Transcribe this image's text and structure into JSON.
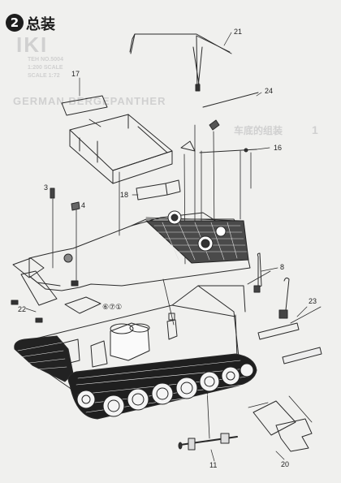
{
  "step": {
    "number": "2",
    "title": "总装"
  },
  "part_labels": [
    {
      "id": "p21",
      "text": "21"
    },
    {
      "id": "p17",
      "text": "17"
    },
    {
      "id": "p24",
      "text": "24"
    },
    {
      "id": "p16",
      "text": "16"
    },
    {
      "id": "p3",
      "text": "3"
    },
    {
      "id": "p4",
      "text": "4"
    },
    {
      "id": "p18",
      "text": "18"
    },
    {
      "id": "p8",
      "text": "8"
    },
    {
      "id": "p22",
      "text": "22"
    },
    {
      "id": "p23",
      "text": "23"
    },
    {
      "id": "p11",
      "text": "11"
    },
    {
      "id": "p20",
      "text": "20"
    },
    {
      "id": "p678",
      "text": "⑥⑦①"
    }
  ],
  "background_text": {
    "brand": "IKI",
    "scale_lines": [
      "TEH NO.5004",
      "1:200 SCALE",
      "SCALE 1:72"
    ],
    "banner": "GERMAN BERGEPANTHER",
    "step1_num": "1",
    "step1_title": "车底的组装"
  }
}
